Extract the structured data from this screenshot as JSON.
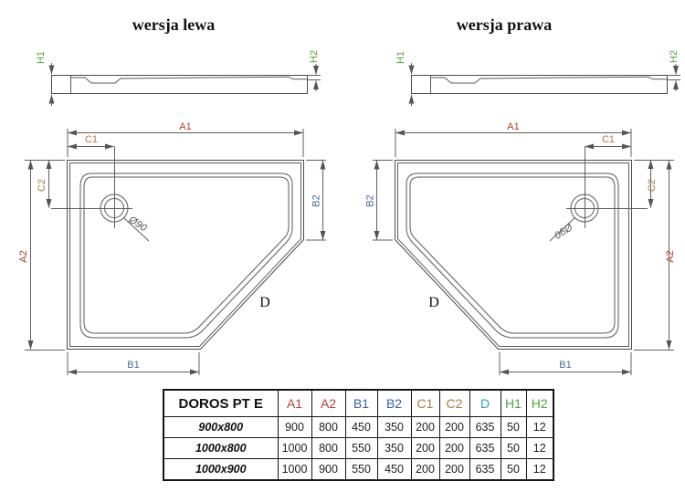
{
  "titles": {
    "left": "wersja lewa",
    "right": "wersja prawa"
  },
  "labels": {
    "a1": "A1",
    "a2": "A2",
    "b1": "B1",
    "b2": "B2",
    "c1": "C1",
    "c2": "C2",
    "d": "D",
    "h1": "H1",
    "h2": "H2",
    "drain_diameter": "Ø90"
  },
  "colors": {
    "dim_red": "#c03a30",
    "dim_blue": "#3465a4",
    "dim_brown": "#ab7c44",
    "dim_teal": "#2da0ac",
    "dim_green": "#54a33c",
    "line_gray": "#4a4a4a"
  },
  "table": {
    "model": "DOROS PT E",
    "columns": [
      "A1",
      "A2",
      "B1",
      "B2",
      "C1",
      "C2",
      "D",
      "H1",
      "H2"
    ],
    "rows": [
      {
        "size": "900x800",
        "values": [
          "900",
          "800",
          "450",
          "350",
          "200",
          "200",
          "635",
          "50",
          "12"
        ]
      },
      {
        "size": "1000x800",
        "values": [
          "1000",
          "800",
          "550",
          "350",
          "200",
          "200",
          "635",
          "50",
          "12"
        ]
      },
      {
        "size": "1000x900",
        "values": [
          "1000",
          "900",
          "550",
          "450",
          "200",
          "200",
          "635",
          "50",
          "12"
        ]
      }
    ]
  }
}
